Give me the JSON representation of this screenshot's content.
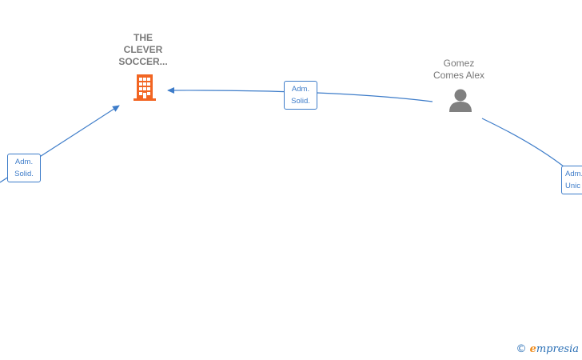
{
  "nodes": {
    "company": {
      "name_lines": [
        "THE",
        "CLEVER",
        "SOCCER..."
      ],
      "icon": "building-icon",
      "color": "#f26522"
    },
    "person": {
      "name_lines": [
        "Gomez",
        "Comes Alex"
      ],
      "icon": "person-icon",
      "color": "#808080"
    }
  },
  "edges": [
    {
      "label_lines": [
        "Adm.",
        "Solid."
      ]
    },
    {
      "label_lines": [
        "Adm.",
        "Solid."
      ]
    },
    {
      "label_lines": [
        "Adm.",
        "Unic"
      ]
    }
  ],
  "colors": {
    "edge": "#3d7cc9"
  },
  "watermark": {
    "symbol": "©",
    "brand_initial": "e",
    "brand_rest": "mpresia"
  }
}
